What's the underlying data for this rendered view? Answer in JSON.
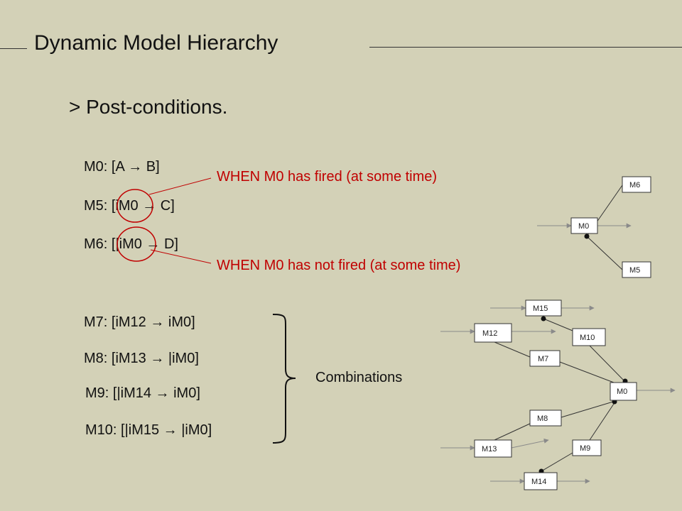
{
  "title": "Dynamic Model Hierarchy",
  "subtitle": "> Post-conditions.",
  "rules_top": [
    {
      "id": "m0",
      "text": "M0: [A → B]"
    },
    {
      "id": "m5",
      "text": "M5: [iM0 → C]"
    },
    {
      "id": "m6",
      "text": "M6: [|iM0 → D]"
    }
  ],
  "notes": {
    "fired": "WHEN M0 has fired (at some time)",
    "not_fired": "WHEN M0 has not fired (at some time)"
  },
  "rules_bottom": [
    {
      "id": "m7",
      "text": "M7: [iM12 → iM0]"
    },
    {
      "id": "m8",
      "text": "M8: [iM13 → |iM0]"
    },
    {
      "id": "m9",
      "text": "M9: [|iM14 → iM0]"
    },
    {
      "id": "m10",
      "text": "M10: [|iM15 → |iM0]"
    }
  ],
  "combinations_label": "Combinations",
  "diagram_top": {
    "m6": "M6",
    "m0": "M0",
    "m5": "M5"
  },
  "diagram_bottom": {
    "m15": "M15",
    "m12": "M12",
    "m10": "M10",
    "m7": "M7",
    "m0": "M0",
    "m8": "M8",
    "m13": "M13",
    "m9": "M9",
    "m14": "M14"
  },
  "colors": {
    "background": "#d3d1b7",
    "accent": "#c00000"
  }
}
